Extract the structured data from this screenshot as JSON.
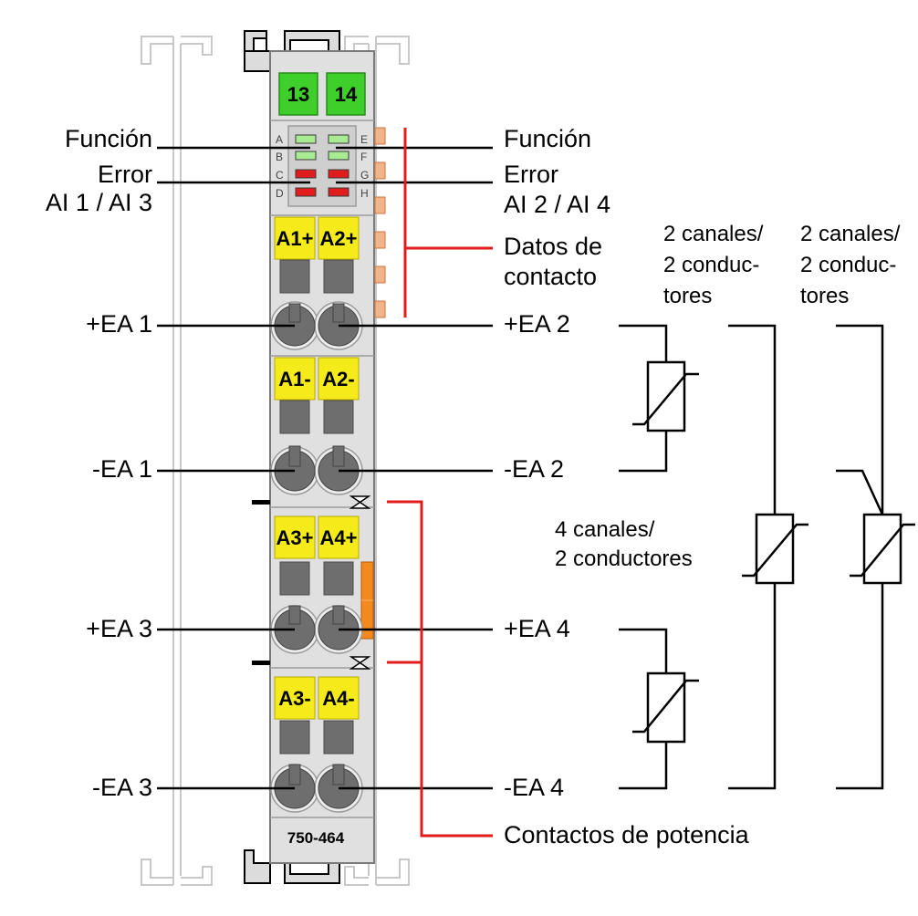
{
  "colors": {
    "module": "#e0e0e0",
    "module_edge": "#7a7a7a",
    "terminal_label": "#f5eb1b",
    "green_tag": "#3ecf2b",
    "led_green": "#a7eb93",
    "led_red": "#e01c1c",
    "pin": "#f2b48b",
    "power_bar": "#f28a1d",
    "red_line": "#e01c1c",
    "clamp": "#6e6e6e",
    "rail_ghost": "#c8c8c8"
  },
  "module": {
    "part_number": "750-464",
    "tags": [
      "13",
      "14"
    ],
    "led_letters_left": [
      "A",
      "B",
      "C",
      "D"
    ],
    "led_letters_right": [
      "E",
      "F",
      "G",
      "H"
    ],
    "terminals": [
      [
        "A1+",
        "A2+"
      ],
      [
        "A1-",
        "A2-"
      ],
      [
        "A3+",
        "A4+"
      ],
      [
        "A3-",
        "A4-"
      ]
    ]
  },
  "labels": {
    "left": {
      "funcion": "Función",
      "error_1": "Error",
      "error_2": "AI 1 / AI 3",
      "ea1_pos": "+EA 1",
      "ea1_neg": "-EA 1",
      "ea3_pos": "+EA 3",
      "ea3_neg": "-EA 3"
    },
    "right": {
      "funcion": "Función",
      "error_1": "Error",
      "error_2": "AI 2 / AI 4",
      "datos_1": "Datos de",
      "datos_2": "contacto",
      "ea2_pos": "+EA 2",
      "ea2_neg": "-EA 2",
      "ea4_pos": "+EA 4",
      "ea4_neg": "-EA 4",
      "potencia": "Contactos de potencia"
    },
    "wiring": {
      "four_ch_1": "4 canales/",
      "four_ch_2": "2 conductores",
      "two_ch_a_1": "2 canales/",
      "two_ch_a_2": "2 conduc-",
      "two_ch_a_3": "tores",
      "two_ch_b_1": "2 canales/",
      "two_ch_b_2": "2 conduc-",
      "two_ch_b_3": "tores"
    }
  }
}
